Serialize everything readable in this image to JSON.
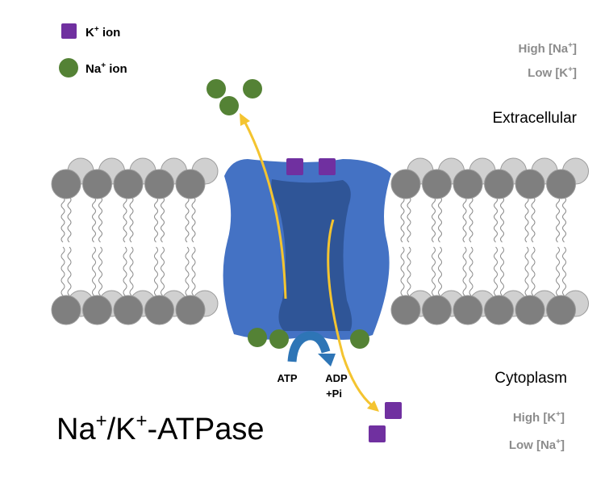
{
  "title": {
    "main": "Na",
    "sup1": "+",
    "mid": "/K",
    "sup2": "+",
    "rest": "-ATPase"
  },
  "legend": {
    "k": {
      "base": "K",
      "sup": "+",
      "rest": " ion"
    },
    "na": {
      "base": "Na",
      "sup": "+",
      "rest": " ion"
    }
  },
  "extracellular": {
    "label": "Extracellular",
    "line1": {
      "pre": "High [Na",
      "sup": "+",
      "post": "]"
    },
    "line2": {
      "pre": "Low [K",
      "sup": "+",
      "post": "]"
    }
  },
  "cytoplasm": {
    "label": "Cytoplasm",
    "line1": {
      "pre": "High [K",
      "sup": "+",
      "post": "]"
    },
    "line2": {
      "pre": "Low [Na",
      "sup": "+",
      "post": "]"
    }
  },
  "reaction": {
    "atp": "ATP",
    "adp": "ADP",
    "pi": "+Pi"
  },
  "colors": {
    "k_ion": "#7030a0",
    "na_ion": "#548235",
    "protein_outer": "#4472c4",
    "protein_inner": "#2f5597",
    "lipid_head": "#7f7f7f",
    "lipid_head_back": "#d0d0d0",
    "arrow": "#f4c430",
    "hydrolysis_arrow": "#2e75b6",
    "gradient_text": "#8c8c8c"
  }
}
